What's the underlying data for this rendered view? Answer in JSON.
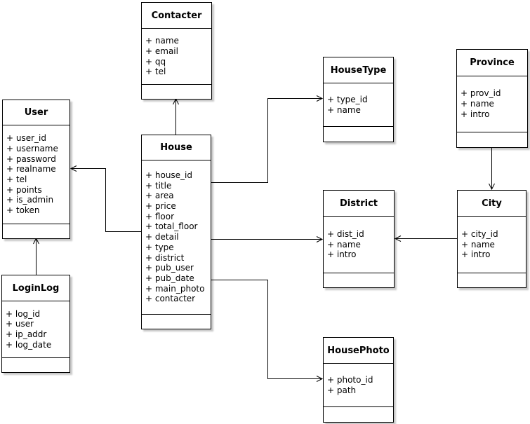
{
  "diagram": {
    "kind": "uml-class-diagram",
    "background_color": "#ffffff",
    "line_color": "#000000",
    "box_fill_color": "#ffffff",
    "shadow_color": "#c9c9c9",
    "entities": [
      {
        "name": "Contacter",
        "attributes": [
          "+ name",
          "+ email",
          "+ qq",
          "+ tel"
        ]
      },
      {
        "name": "User",
        "attributes": [
          "+ user_id",
          "+ username",
          "+ password",
          "+ realname",
          "+ tel",
          "+ points",
          "+ is_admin",
          "+ token"
        ]
      },
      {
        "name": "House",
        "attributes": [
          "+ house_id",
          "+ title",
          "+ area",
          "+ price",
          "+ floor",
          "+ total_floor",
          "+ detail",
          "+ type",
          "+ district",
          "+ pub_user",
          "+ pub_date",
          "+ main_photo",
          "+ contacter"
        ]
      },
      {
        "name": "HouseType",
        "attributes": [
          "+ type_id",
          "+ name"
        ]
      },
      {
        "name": "Province",
        "attributes": [
          "+ prov_id",
          "+ name",
          "+ intro"
        ]
      },
      {
        "name": "District",
        "attributes": [
          "+ dist_id",
          "+ name",
          "+ intro"
        ]
      },
      {
        "name": "City",
        "attributes": [
          "+ city_id",
          "+ name",
          "+ intro"
        ]
      },
      {
        "name": "LoginLog",
        "attributes": [
          "+ log_id",
          "+ user",
          "+ ip_addr",
          "+ log_date"
        ]
      },
      {
        "name": "HousePhoto",
        "attributes": [
          "+ photo_id",
          "+ path"
        ]
      }
    ],
    "relations": [
      {
        "from": "House",
        "to": "Contacter"
      },
      {
        "from": "House",
        "to": "User"
      },
      {
        "from": "House",
        "to": "HouseType"
      },
      {
        "from": "House",
        "to": "District"
      },
      {
        "from": "House",
        "to": "HousePhoto"
      },
      {
        "from": "Province",
        "to": "City"
      },
      {
        "from": "City",
        "to": "District"
      },
      {
        "from": "LoginLog",
        "to": "User"
      }
    ]
  }
}
